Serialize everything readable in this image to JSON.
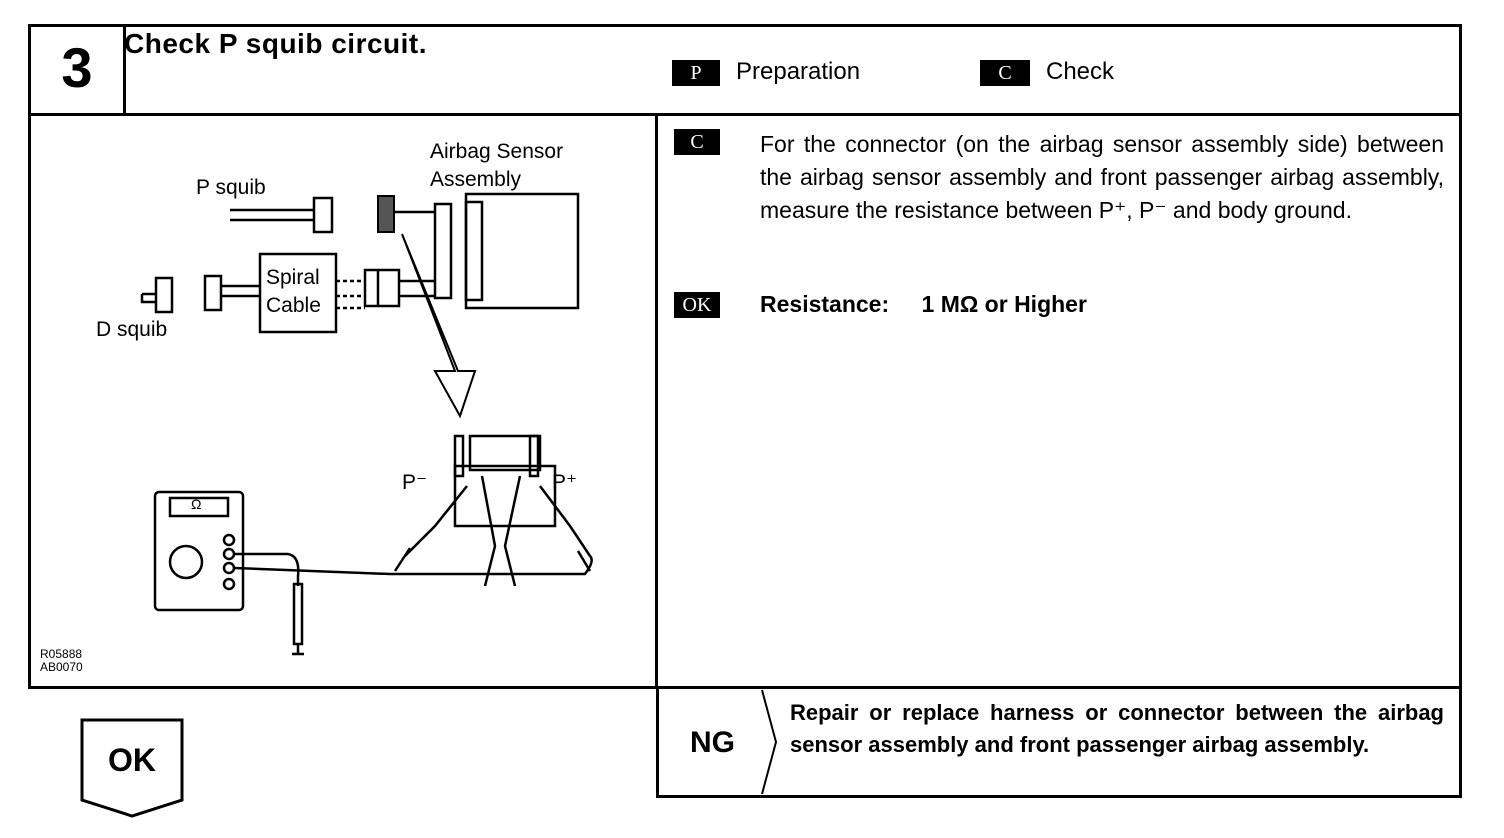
{
  "header": {
    "step_number": "3",
    "title": "Check P squib circuit.",
    "legend": [
      {
        "badge": "P",
        "label": "Preparation"
      },
      {
        "badge": "C",
        "label": "Check"
      }
    ]
  },
  "figure": {
    "labels": {
      "airbag_sensor": "Airbag Sensor",
      "assembly": "Assembly",
      "p_squib": "P squib",
      "d_squib": "D squib",
      "spiral": "Spiral",
      "cable": "Cable",
      "p_minus": "P⁻",
      "p_plus": "P⁺",
      "ohm": "Ω"
    },
    "code_lines": [
      "R05888",
      "AB0070"
    ]
  },
  "instructions": {
    "check_badge": "C",
    "check_text": "For the connector (on the airbag sensor assembly side) between the airbag sensor assembly and front passenger airbag assembly, measure the resistance between P⁺, P⁻ and body ground.",
    "ok_badge": "OK",
    "ok_label": "Resistance:",
    "ok_value": "1 MΩ or Higher"
  },
  "ng": {
    "label": "NG",
    "text": "Repair or replace harness or connector between the airbag sensor assembly and front passenger airbag assembly."
  },
  "ok_arrow": {
    "label": "OK"
  }
}
